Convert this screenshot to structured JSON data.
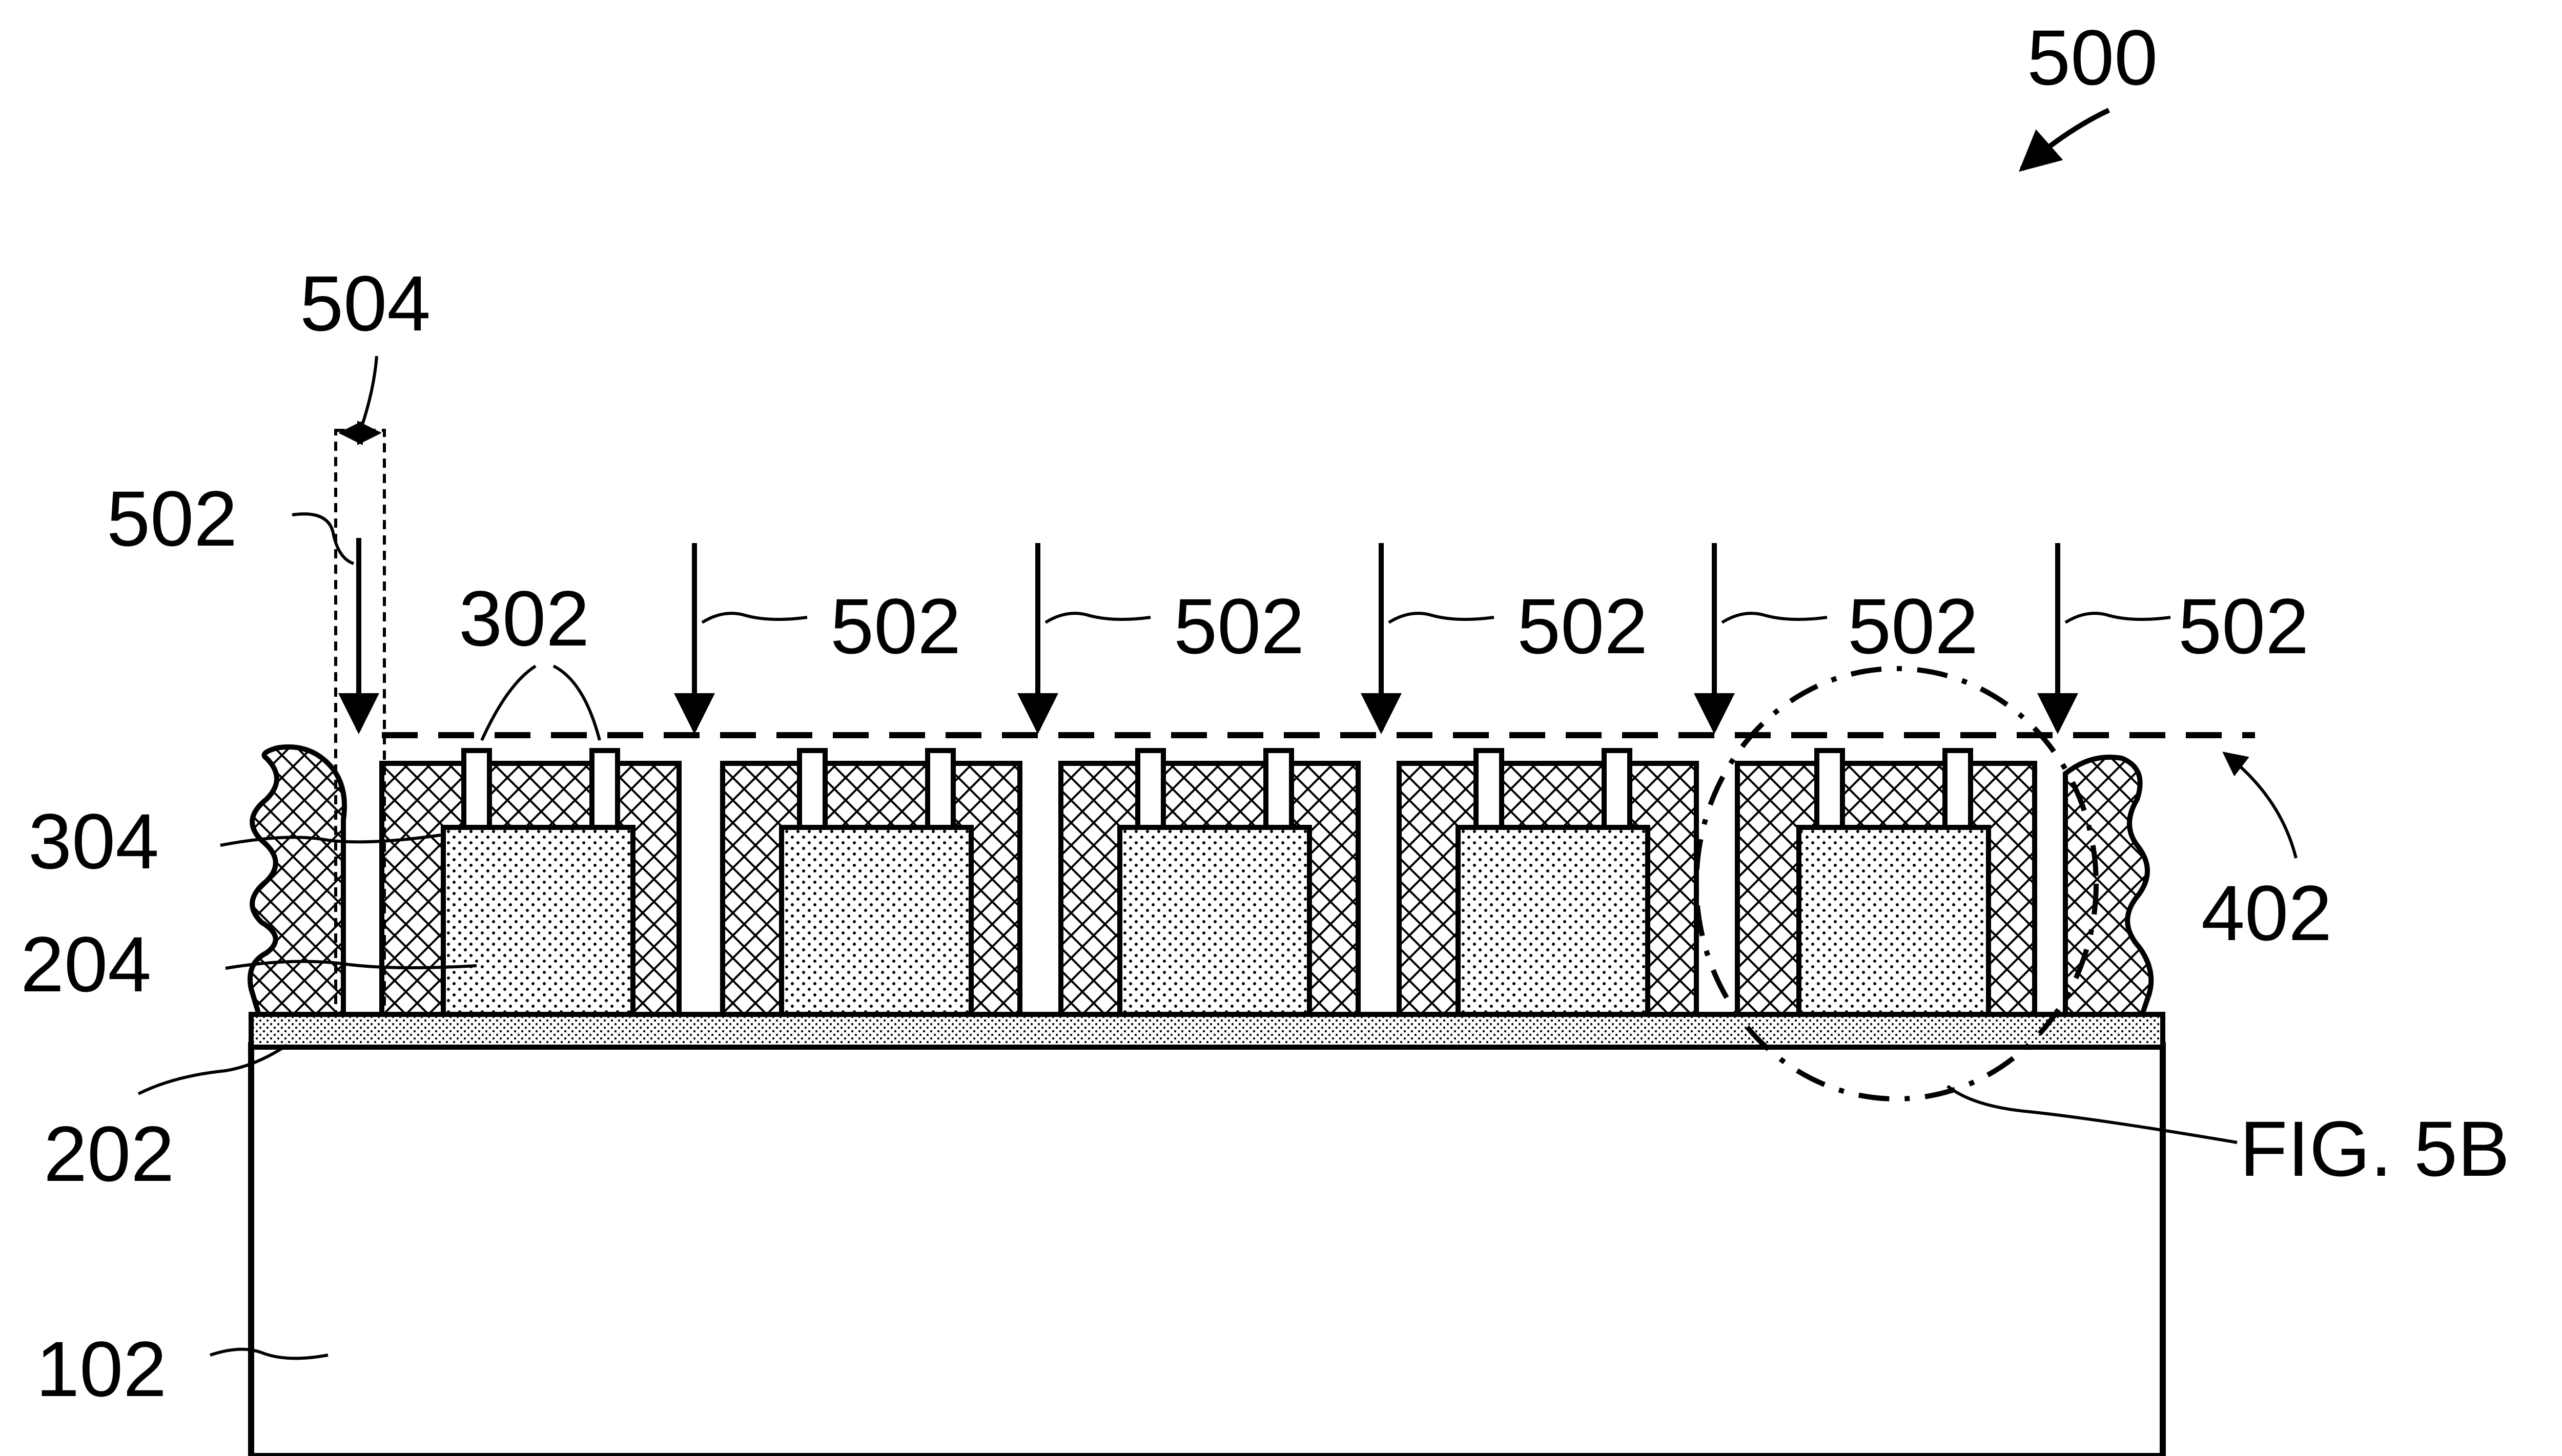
{
  "figure": {
    "ref_main": "500",
    "ref_gap": "504",
    "ref_beam_left": "502",
    "ref_electrodes": "302",
    "ref_beams": [
      "502",
      "502",
      "502",
      "502",
      "502"
    ],
    "ref_404": "304",
    "ref_204": "204",
    "ref_202": "202",
    "ref_102": "102",
    "ref_402": "402",
    "fig_callout": "FIG. 5B"
  },
  "colors": {
    "line": "#000000",
    "background": "#ffffff"
  }
}
